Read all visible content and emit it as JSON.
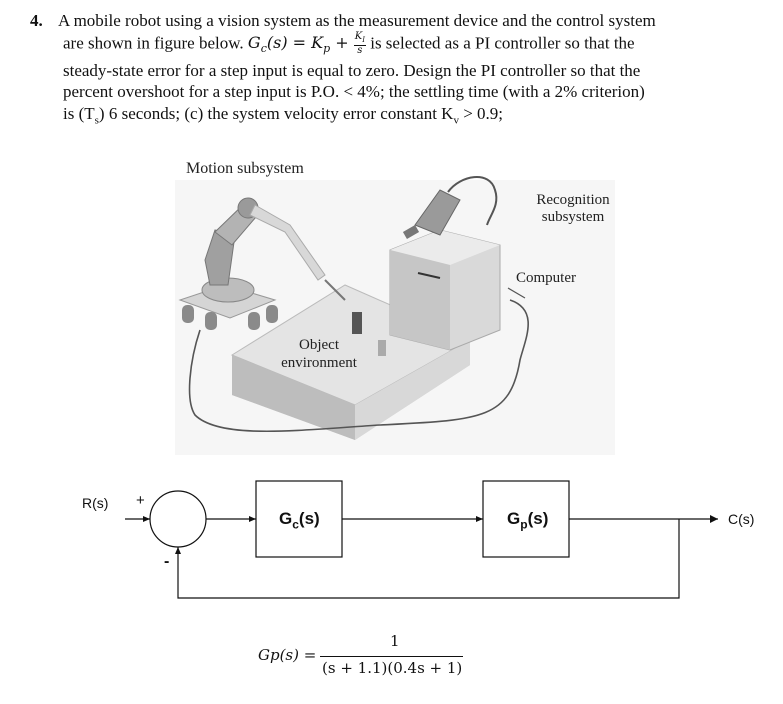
{
  "problem": {
    "number": "4.",
    "line1": "A mobile robot using a vision system as the measurement device and the control system",
    "line2_pre": "are shown in figure below.",
    "line2_gc": "G",
    "line2_gc_sub": "c",
    "line2_mid": "(s) = K",
    "line2_kp_sub": "p",
    "line2_plus": " + ",
    "line2_frac_num": "K",
    "line2_frac_num_sub": "I",
    "line2_frac_den": "s",
    "line2_post": " is selected as a PI controller so that the",
    "line3": "steady-state error for a step input is equal to zero. Design the PI controller so that the",
    "line4": "percent overshoot for a step input is P.O. < 4%; the settling time (with a 2% criterion)",
    "line5_pre": "is (T",
    "line5_sub": "s",
    "line5_mid": ") 6 seconds; (c) the system velocity error constant K",
    "line5_sub2": "v",
    "line5_post": " > 0.9;"
  },
  "figure": {
    "motion_label": "Motion subsystem",
    "recognition_label_1": "Recognition",
    "recognition_label_2": "subsystem",
    "computer_label": "Computer",
    "object_label_1": "Object",
    "object_label_2": "environment"
  },
  "block_diagram": {
    "input": "R(s)",
    "output": "C(s)",
    "plus_sign": "+",
    "minus_sign": "-",
    "controller": "Gc(s)",
    "controller_main": "G",
    "controller_sub": "c",
    "controller_rest": "(s)",
    "plant_main": "G",
    "plant_sub": "p",
    "plant_rest": "(s)"
  },
  "formula": {
    "lhs": "Gp(s) =",
    "numerator": "1",
    "denominator": "(s + 1.1)(0.4s + 1)"
  }
}
